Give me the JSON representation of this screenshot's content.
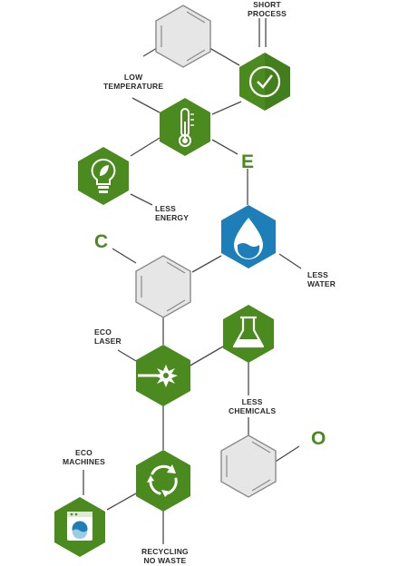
{
  "colors": {
    "green": "#4a8a1f",
    "green_dark": "#2f5d13",
    "blue": "#1e7fb8",
    "benzene_fill": "#e6e6e6",
    "benzene_stroke": "#8a8a8a",
    "line": "#4a4a4a",
    "letter": "#4a8a1f"
  },
  "letters": {
    "c": "C",
    "e": "E",
    "o": "O"
  },
  "labels": {
    "short_process": [
      "SHORT",
      "PROCESS"
    ],
    "low_temperature": [
      "LOW",
      "TEMPERATURE"
    ],
    "less_energy": [
      "LESS",
      "ENERGY"
    ],
    "less_water": [
      "LESS",
      "WATER"
    ],
    "eco_laser": [
      "ECO",
      "LASER"
    ],
    "less_chemicals": [
      "LESS",
      "CHEMICALS"
    ],
    "eco_machines": [
      "ECO",
      "MACHINES"
    ],
    "recycling": [
      "RECYCLING",
      "NO WASTE"
    ]
  },
  "icons": {
    "short_process": "clock-icon",
    "low_temperature": "thermometer-icon",
    "less_energy": "lightbulb-leaf-icon",
    "less_water": "water-drop-icon",
    "eco_laser": "laser-burst-icon",
    "less_chemicals": "flask-icon",
    "recycling": "recycle-icon",
    "eco_machines": "washing-machine-icon"
  }
}
